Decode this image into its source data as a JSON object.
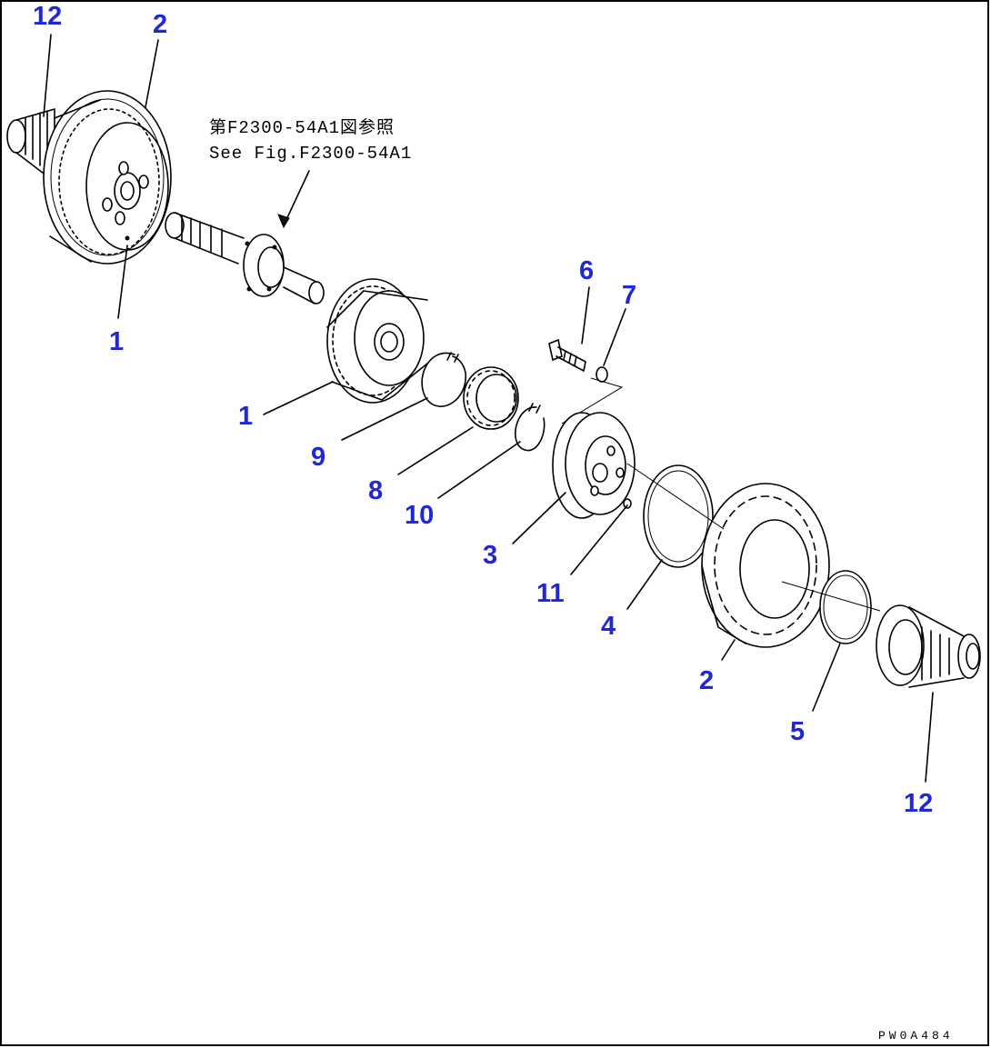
{
  "reference": {
    "line1": "第F2300-54A1図参照",
    "line2": "See Fig.F2300-54A1"
  },
  "drawing_code": "PW0A484",
  "callouts": {
    "c12_top": "12",
    "c2_top": "2",
    "c1_left": "1",
    "c1_mid": "1",
    "c6": "6",
    "c7": "7",
    "c9": "9",
    "c8": "8",
    "c10": "10",
    "c3": "3",
    "c11": "11",
    "c4": "4",
    "c2_bottom": "2",
    "c5": "5",
    "c12_bottom": "12"
  },
  "colors": {
    "callout": "#1f27d6",
    "line": "#000000",
    "background": "#ffffff"
  }
}
